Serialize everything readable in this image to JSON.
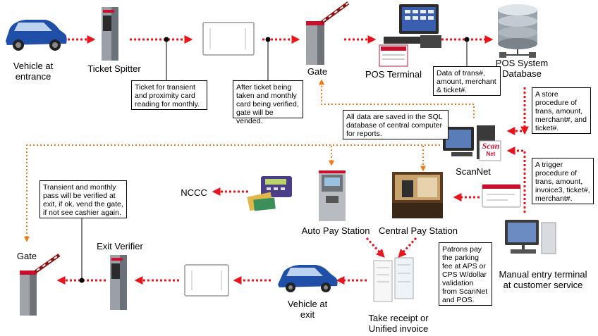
{
  "nodes": {
    "vehicle_entrance": "Vehicle at\nentrance",
    "ticket_spitter": "Ticket Spitter",
    "gate_top": "Gate",
    "pos_terminal": "POS Terminal",
    "pos_db": "POS System\nDatabase",
    "scannet": "ScanNet",
    "scannet_logo_top": "Scan",
    "scannet_logo_bottom": "Net",
    "nccc": "NCCC",
    "auto_pay": "Auto Pay Station",
    "central_pay": "Central Pay Station",
    "manual_entry": "Manual entry terminal\nat customer service",
    "gate_bottom": "Gate",
    "exit_verifier": "Exit Verifier",
    "vehicle_exit": "Vehicle at\nexit",
    "receipt": "Take receipt or\nUnified invoice"
  },
  "notes": {
    "ticket": "Ticket for transient\nand proximity card\nreading for monthly.",
    "after_ticket": "After ticket being\ntaken and monthly\ncard being verified,\ngate will be vended.",
    "pos_data": "Data of trans#,\namount, merchant\n& ticket#.",
    "store_proc": "A store\nprocedure of\ntrans, amount,\nmerchant#, and\nticket#.",
    "sql": "All data are saved in the SQL\ndatabase of central computer\nfor reports.",
    "trigger": "A trigger\nprocedure of\ntrans, amount,\ninvoice3, ticket#,\nmerchant#.",
    "exit_verify": "Transient and monthly\npass will be verified at\nexit, if ok, vend the gate,\nif not see cashier again.",
    "patrons": "Patrons pay\nthe parking\nfee at APS or\nCPS W/dollar\nvalidation\nfrom ScanNet\nand POS."
  },
  "colors": {
    "flow_arrow": "#e8141c",
    "data_arrow": "#f07a1a",
    "logo": "#c8102e"
  }
}
